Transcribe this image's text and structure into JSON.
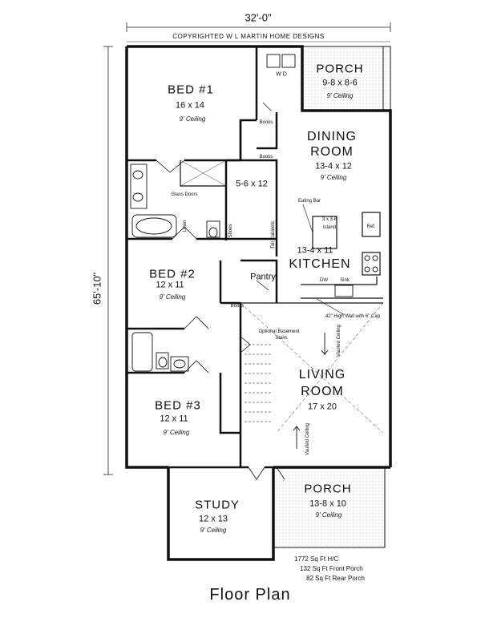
{
  "dimensions": {
    "width": "32'-0\"",
    "depth": "65'-10\""
  },
  "copyright": "COPYRIGHTED W L MARTIN HOME DESIGNS",
  "rooms": [
    {
      "name": "BED #1",
      "size": "16 x 14",
      "ceiling": "9' Ceiling"
    },
    {
      "name": "PORCH",
      "size": "9-8 x 8-6",
      "ceiling": "9' Ceiling"
    },
    {
      "name": "DINING ROOM",
      "name_line1": "DINING",
      "name_line2": "ROOM",
      "size": "13-4 x 12",
      "ceiling": "9' Ceiling"
    },
    {
      "name": "KITCHEN",
      "size": "13-4 x 11"
    },
    {
      "name": "BED #2",
      "size": "12 x 11",
      "ceiling": "9' Ceiling"
    },
    {
      "name": "LIVING ROOM",
      "name_line1": "LIVING",
      "name_line2": "ROOM",
      "size": "17 x 20"
    },
    {
      "name": "BED #3",
      "size": "12 x 11",
      "ceiling": "9' Ceiling"
    },
    {
      "name": "STUDY",
      "size": "12 x 13",
      "ceiling": "9' Ceiling"
    },
    {
      "name": "PORCH",
      "size": "13-8 x 10",
      "ceiling": "9' Ceiling"
    }
  ],
  "closet": {
    "size": "5-6 x 12"
  },
  "labels": {
    "wd": "W   D",
    "books": "Books",
    "glass_doors": "Glass Doors",
    "linen": "Linen",
    "shoes": "Shoes",
    "tall_cabinets": "Tall Cabinets",
    "eating_bar": "Eating Bar",
    "island": "3 x 3-6\nIsland",
    "island_line1": "3 x 3-6",
    "island_line2": "Island",
    "ref": "Ref.",
    "dw": "DW",
    "sink": "Sink",
    "pantry": "Pantry",
    "wall_note": "42\" High Wall with 6\" Cap",
    "basement_stairs": "Optional Basement Stairs",
    "basement_line1": "Optional Basement",
    "basement_line2": "Stairs",
    "vaulted_ceiling": "Vaulted Ceiling"
  },
  "areas": {
    "hc": "1772 Sq Ft H/C",
    "front_porch": "132 Sq Ft Front Porch",
    "rear_porch": "82 Sq Ft Rear Porch"
  },
  "title": "Floor Plan"
}
